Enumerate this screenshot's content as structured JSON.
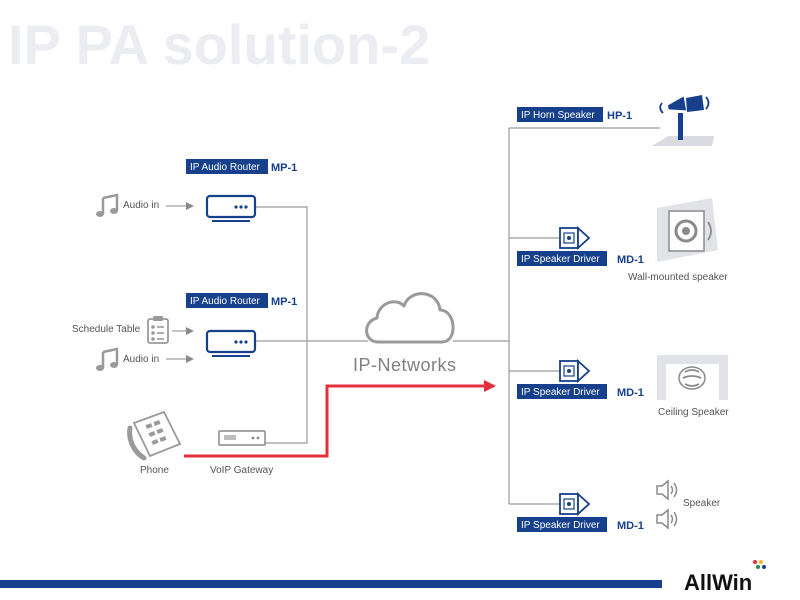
{
  "slide": {
    "title": "IP PA solution-2",
    "network_label": "IP-Networks",
    "logo_text": "AllWin",
    "brand_color": "#163f8c",
    "accent_color": "#e2313d"
  },
  "sources": {
    "router1": {
      "tag": "IP Audio Router",
      "model": "MP-1"
    },
    "router2": {
      "tag": "IP Audio Router",
      "model": "MP-1"
    },
    "audio_in_1": "Audio in",
    "audio_in_2": "Audio in",
    "schedule_table": "Schedule Table",
    "phone": "Phone",
    "voip_gateway": "VoIP Gateway"
  },
  "outputs": {
    "horn": {
      "tag": "IP Horn Speaker",
      "model": "HP-1"
    },
    "driver1": {
      "tag": "IP Speaker Driver",
      "model": "MD-1",
      "device": "Wall-mounted speaker"
    },
    "driver2": {
      "tag": "IP Speaker Driver",
      "model": "MD-1",
      "device": "Ceiling Speaker"
    },
    "driver3": {
      "tag": "IP Speaker Driver",
      "model": "MD-1",
      "device": "Speaker"
    }
  },
  "icons": [
    "music-note-icon",
    "router-icon",
    "schedule-table-icon",
    "phone-icon",
    "voip-gateway-icon",
    "cloud-icon",
    "horn-speaker-icon",
    "speaker-driver-icon",
    "wall-speaker-icon",
    "ceiling-speaker-icon",
    "speaker-icon"
  ]
}
